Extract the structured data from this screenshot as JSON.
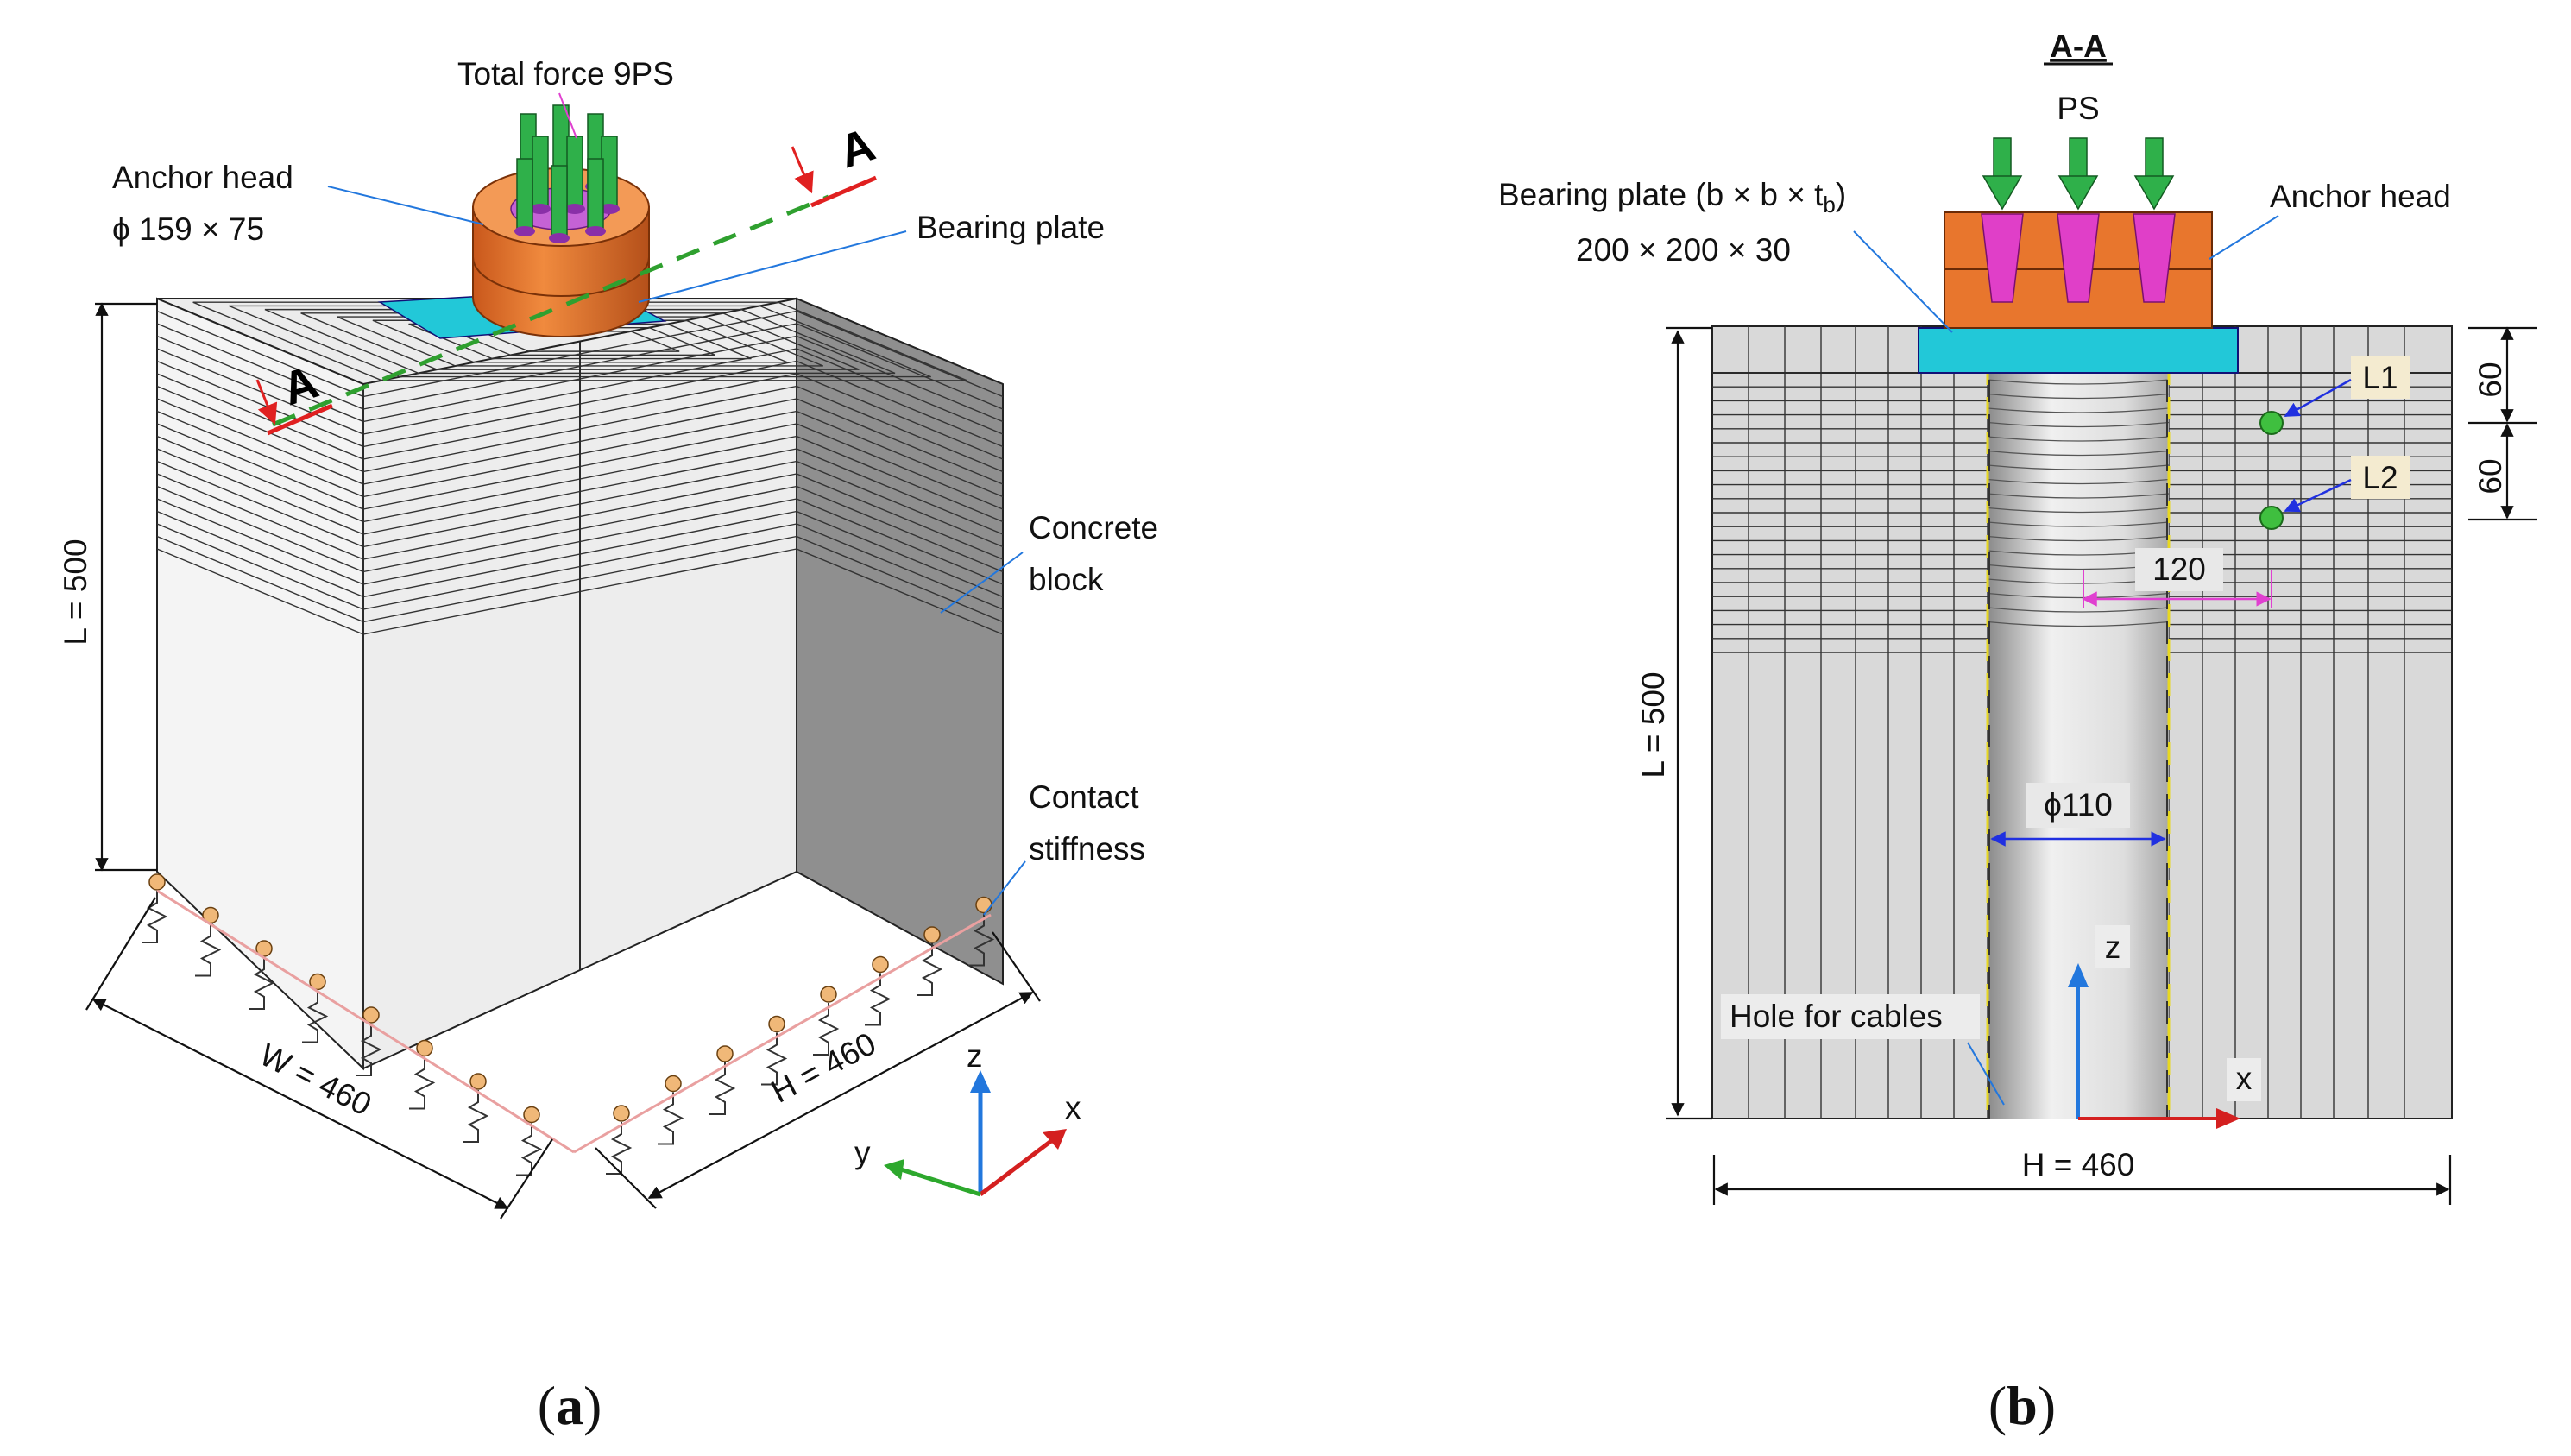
{
  "panel_a": {
    "tag_open": "(",
    "tag_letter": "a",
    "tag_close": ")",
    "labels": {
      "total_force": "Total force 9PS",
      "anchor_head_1": "Anchor head",
      "anchor_head_2": "ϕ 159 × 75",
      "bearing_plate": "Bearing plate",
      "section_marker": "A",
      "concrete_block_1": "Concrete",
      "concrete_block_2": "block",
      "contact_stiffness_1": "Contact",
      "contact_stiffness_2": "stiffness",
      "length": "L = 500",
      "width": "W = 460",
      "height": "H = 460"
    },
    "axes": {
      "x": "x",
      "y": "y",
      "z": "z"
    }
  },
  "panel_b": {
    "tag_open": "(",
    "tag_letter": "b",
    "tag_close": ")",
    "labels": {
      "section_title": "A-A",
      "force": "PS",
      "bearing_plate_1": "Bearing plate (b × b × t",
      "bearing_plate_sub": "b",
      "bearing_plate_close": ")",
      "bearing_plate_2": "200 × 200 × 30",
      "anchor_head": "Anchor head",
      "point_l1": "L1",
      "point_l2": "L2",
      "dim_60_top": "60",
      "dim_60_bottom": "60",
      "dim_120": "120",
      "hole_diameter": "ϕ110",
      "hole_for_cables": "Hole for cables",
      "length": "L = 500",
      "height": "H = 460"
    },
    "axes": {
      "x": "x",
      "z": "z"
    }
  },
  "colors": {
    "anchor_head": "#e8762d",
    "bearing_plate": "#22c8d8",
    "tendon": "#2fb04a",
    "wedge": "#e03fc8",
    "section_line": "#e02020",
    "axis_x": "#d42020",
    "axis_y": "#2da82d",
    "axis_z": "#2277dd",
    "dim_magenta": "#e040d0",
    "dim_blue": "#2030e0",
    "hole_edge": "#e8d820",
    "label_box": "#f4ebd0"
  }
}
